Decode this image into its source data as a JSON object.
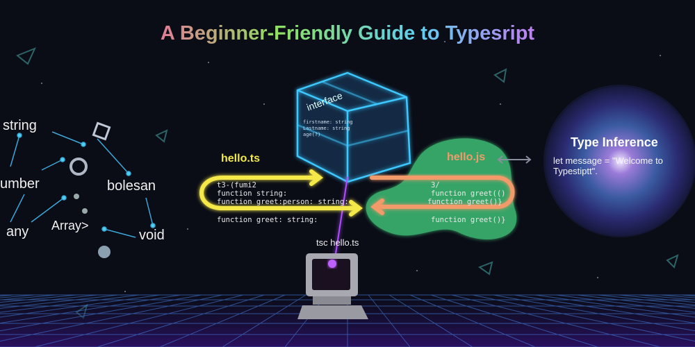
{
  "title": "A Beginner-Friendly Guide to Typesript",
  "network": {
    "words": [
      "string",
      "umber",
      "bolesan",
      "any",
      "Array>",
      "void"
    ]
  },
  "cube": {
    "label": "interface",
    "lines": [
      "firstname: string",
      "Lastname: string",
      "age(?)"
    ]
  },
  "ts_file": {
    "name": "hello.ts",
    "code": [
      "t3-(fumi2",
      "function string:",
      "function greet:person: string:",
      "function greet: string:"
    ]
  },
  "js_file": {
    "name": "hello.js",
    "code": [
      "3/",
      "function greet(()",
      "function greet()}",
      "function greet()}"
    ]
  },
  "compiler": {
    "command": "tsc hello.ts"
  },
  "inference": {
    "heading": "Type Inference",
    "code": "let message = \"Welcome to Typestiptt\"."
  },
  "colors": {
    "ts": "#f4e94a",
    "js": "#f39a6a",
    "blob": "#5fe08e",
    "cube": "#3ec8ff",
    "beam": "#b050ff"
  }
}
